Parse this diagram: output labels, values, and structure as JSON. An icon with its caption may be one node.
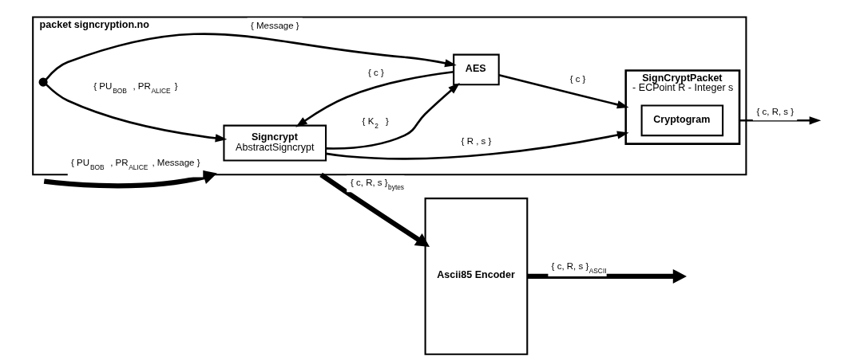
{
  "diagram": {
    "nodes": [
      {
        "text": [
          "packet signcryption.no"
        ]
      },
      {
        "text": [
          "Signcrypt",
          "AbstractSigncrypt"
        ],
        "in": 0
      },
      {
        "text": [
          "SignCryptPacket",
          "- ECPoint R - Integer s"
        ],
        "in": 0
      },
      {
        "text": [
          "Cryptogram"
        ],
        "in": 2
      },
      {
        "text": [
          "AES"
        ],
        "in": 0
      },
      {
        "text": [],
        "shape": "circle",
        "in": 0
      },
      {
        "text": [
          "Ascii85 Encoder"
        ]
      }
    ],
    "edges": [
      {
        "from": null,
        "to": 0,
        "arrow": "to",
        "label": "{ PU$_{BOB}$ , PR$_{ALICE}$ , Message }",
        "style": "thick"
      },
      {
        "from": 5,
        "to": 1,
        "arrow": "to",
        "label": "{ PU$_{BOB}$ , PR$_{ALICE}$ }"
      },
      {
        "from": 5,
        "to": 4,
        "arrow": "to",
        "label": "{ Message }"
      },
      {
        "from": 1,
        "to": 2,
        "arrow": "to",
        "label": "{ R , s }"
      },
      {
        "from": 1,
        "to": 4,
        "arrow": "to",
        "label": "{ K$_{2}$ }"
      },
      {
        "from": 4,
        "to": 1,
        "arrow": "to",
        "label": "{ c }"
      },
      {
        "from": 4,
        "to": 2,
        "arrow": "to",
        "label": "{ c }"
      },
      {
        "from": 2,
        "to": null,
        "arrow": "to",
        "label": "{ c, R, s }"
      },
      {
        "from": 0,
        "to": 6,
        "arrow": "to",
        "label": "{ c, R, s }$_{bytes}$",
        "style": "thick"
      },
      {
        "from": 6,
        "to": null,
        "arrow": "to",
        "label": "{ c, R, s }$_{ASCII}$",
        "style": "thick"
      }
    ]
  }
}
